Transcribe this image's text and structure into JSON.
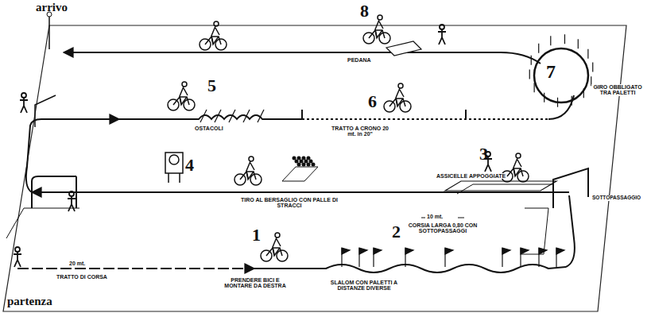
{
  "diagram": {
    "labels": [
      "arrivo",
      "8",
      "PEDANA",
      "GIRO OBBLIGATO TRA PALETTI",
      "7",
      "5",
      "6",
      "OSTACOLI",
      "TRATTO A CRONO 20 mt. in 20\"",
      "4",
      "3",
      "ASSICELLE APPOGGIATE",
      "10 mt.",
      "CORSIA LARGA 0,80 CON SOTTOPASSAGGI",
      "SOTTOPASSAGGIO",
      "TIRO AL BERSAGLIO CON PALLE DI STRACCI",
      "1",
      "2",
      "20 mt.",
      "TRATTO DI CORSA",
      "PRENDERE BICI E MONTARE DA DESTRA",
      "SLALOM CON PALETTI A DISTANZE DIVERSE",
      "partenza"
    ]
  }
}
